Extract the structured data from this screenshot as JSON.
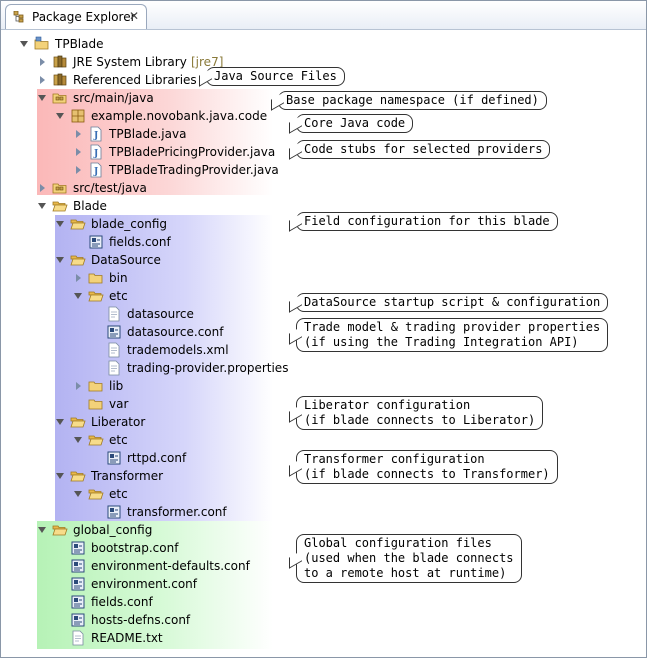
{
  "panel": {
    "title": "Package Explorer",
    "close_glyph": "✕"
  },
  "tree": [
    {
      "id": "tpblade",
      "label": "TPBlade",
      "depth": 0,
      "twisty": "expanded",
      "icon": "project-icon"
    },
    {
      "id": "jre",
      "label": "JRE System Library",
      "decoration": "[jre7]",
      "depth": 1,
      "twisty": "collapsed",
      "icon": "library-icon"
    },
    {
      "id": "reflibs",
      "label": "Referenced Libraries",
      "depth": 1,
      "twisty": "collapsed",
      "icon": "library-icon"
    },
    {
      "id": "srcmain",
      "label": "src/main/java",
      "depth": 1,
      "twisty": "expanded",
      "icon": "source-folder-icon"
    },
    {
      "id": "pkg",
      "label": "example.novobank.java.code",
      "depth": 2,
      "twisty": "expanded",
      "icon": "package-icon"
    },
    {
      "id": "tpbladejava",
      "label": "TPBlade.java",
      "depth": 3,
      "twisty": "collapsed",
      "icon": "java-file-icon"
    },
    {
      "id": "pricing",
      "label": "TPBladePricingProvider.java",
      "depth": 3,
      "twisty": "collapsed",
      "icon": "java-file-icon"
    },
    {
      "id": "trading",
      "label": "TPBladeTradingProvider.java",
      "depth": 3,
      "twisty": "collapsed",
      "icon": "java-file-icon"
    },
    {
      "id": "srctest",
      "label": "src/test/java",
      "depth": 1,
      "twisty": "collapsed",
      "icon": "source-folder-icon"
    },
    {
      "id": "blade",
      "label": "Blade",
      "depth": 1,
      "twisty": "expanded",
      "icon": "folder-open-icon"
    },
    {
      "id": "bladeconfig",
      "label": "blade_config",
      "depth": 2,
      "twisty": "expanded",
      "icon": "folder-open-icon"
    },
    {
      "id": "fieldsconf1",
      "label": "fields.conf",
      "depth": 3,
      "twisty": "none",
      "icon": "conf-file-icon"
    },
    {
      "id": "datasource",
      "label": "DataSource",
      "depth": 2,
      "twisty": "expanded",
      "icon": "folder-open-icon"
    },
    {
      "id": "bin",
      "label": "bin",
      "depth": 3,
      "twisty": "collapsed",
      "icon": "folder-icon"
    },
    {
      "id": "etc1",
      "label": "etc",
      "depth": 3,
      "twisty": "expanded",
      "icon": "folder-open-icon"
    },
    {
      "id": "dsfile",
      "label": "datasource",
      "depth": 4,
      "twisty": "none",
      "icon": "text-file-icon"
    },
    {
      "id": "dsconf",
      "label": "datasource.conf",
      "depth": 4,
      "twisty": "none",
      "icon": "conf-file-icon"
    },
    {
      "id": "trademodels",
      "label": "trademodels.xml",
      "depth": 4,
      "twisty": "none",
      "icon": "text-file-icon"
    },
    {
      "id": "tpprops",
      "label": "trading-provider.properties",
      "depth": 4,
      "twisty": "none",
      "icon": "text-file-icon"
    },
    {
      "id": "lib",
      "label": "lib",
      "depth": 3,
      "twisty": "collapsed",
      "icon": "folder-icon"
    },
    {
      "id": "var",
      "label": "var",
      "depth": 3,
      "twisty": "none",
      "icon": "folder-icon"
    },
    {
      "id": "liberator",
      "label": "Liberator",
      "depth": 2,
      "twisty": "expanded",
      "icon": "folder-open-icon"
    },
    {
      "id": "etc2",
      "label": "etc",
      "depth": 3,
      "twisty": "expanded",
      "icon": "folder-open-icon"
    },
    {
      "id": "rttpd",
      "label": "rttpd.conf",
      "depth": 4,
      "twisty": "none",
      "icon": "conf-file-icon"
    },
    {
      "id": "transformer",
      "label": "Transformer",
      "depth": 2,
      "twisty": "expanded",
      "icon": "folder-open-icon"
    },
    {
      "id": "etc3",
      "label": "etc",
      "depth": 3,
      "twisty": "expanded",
      "icon": "folder-open-icon"
    },
    {
      "id": "tfconf",
      "label": "transformer.conf",
      "depth": 4,
      "twisty": "none",
      "icon": "conf-file-icon"
    },
    {
      "id": "globalconfig",
      "label": "global_config",
      "depth": 1,
      "twisty": "expanded",
      "icon": "folder-open-icon"
    },
    {
      "id": "bootstrap",
      "label": "bootstrap.conf",
      "depth": 2,
      "twisty": "none",
      "icon": "conf-file-icon"
    },
    {
      "id": "envdefaults",
      "label": "environment-defaults.conf",
      "depth": 2,
      "twisty": "none",
      "icon": "conf-file-icon"
    },
    {
      "id": "envconf",
      "label": "environment.conf",
      "depth": 2,
      "twisty": "none",
      "icon": "conf-file-icon"
    },
    {
      "id": "fieldsconf2",
      "label": "fields.conf",
      "depth": 2,
      "twisty": "none",
      "icon": "conf-file-icon"
    },
    {
      "id": "hostsdefns",
      "label": "hosts-defns.conf",
      "depth": 2,
      "twisty": "none",
      "icon": "conf-file-icon"
    },
    {
      "id": "readme",
      "label": "README.txt",
      "depth": 2,
      "twisty": "none",
      "icon": "text-file-icon"
    }
  ],
  "callouts": {
    "java_source": "Java Source Files",
    "base_package": "Base package namespace (if defined)",
    "core_java": "Core Java code",
    "code_stubs": "Code stubs for selected providers",
    "field_config": "Field configuration for this blade",
    "ds_startup": "DataSource startup script & configuration",
    "trade_model": "Trade model & trading provider properties\n(if using the Trading Integration API)",
    "liberator_config": "Liberator configuration\n(if blade connects to Liberator)",
    "transformer_config": "Transformer configuration\n(if blade connects to Transformer)",
    "global_config": "Global configuration files\n(used when the blade connects\nto a remote host at runtime)"
  },
  "colors": {
    "java_band": "#fbb8b8",
    "blade_band": "#b3b3f2",
    "global_band": "#b6f2b6",
    "folder": "#e8b84a",
    "java_file": "#3a6fb5"
  }
}
